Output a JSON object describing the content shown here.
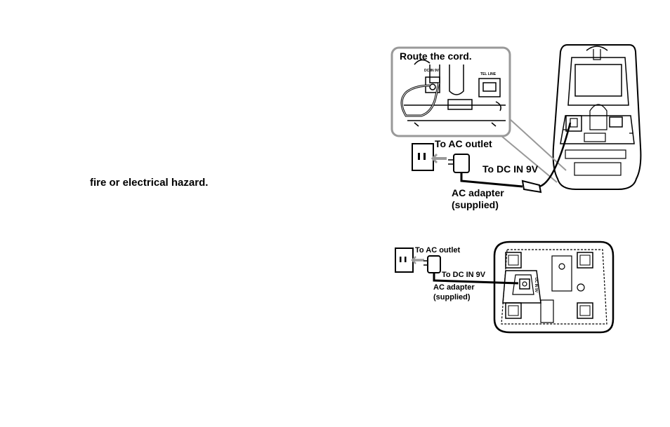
{
  "text": {
    "warning_fragment": "fire or electrical hazard."
  },
  "figure_top": {
    "inset_title": "Route the cord.",
    "inset_dc_label": "DC IN 9V",
    "inset_tel_label": "TEL LINE",
    "to_ac_outlet": "To AC outlet",
    "to_dc_in": "To DC IN 9V",
    "adapter_line1": "AC adapter",
    "adapter_line2": "(supplied)"
  },
  "figure_bottom": {
    "to_ac_outlet": "To AC outlet",
    "to_dc_in": "To DC IN 9V",
    "adapter_line1": "AC adapter",
    "adapter_line2": "(supplied)",
    "dc_label": "DC IN 9V"
  }
}
